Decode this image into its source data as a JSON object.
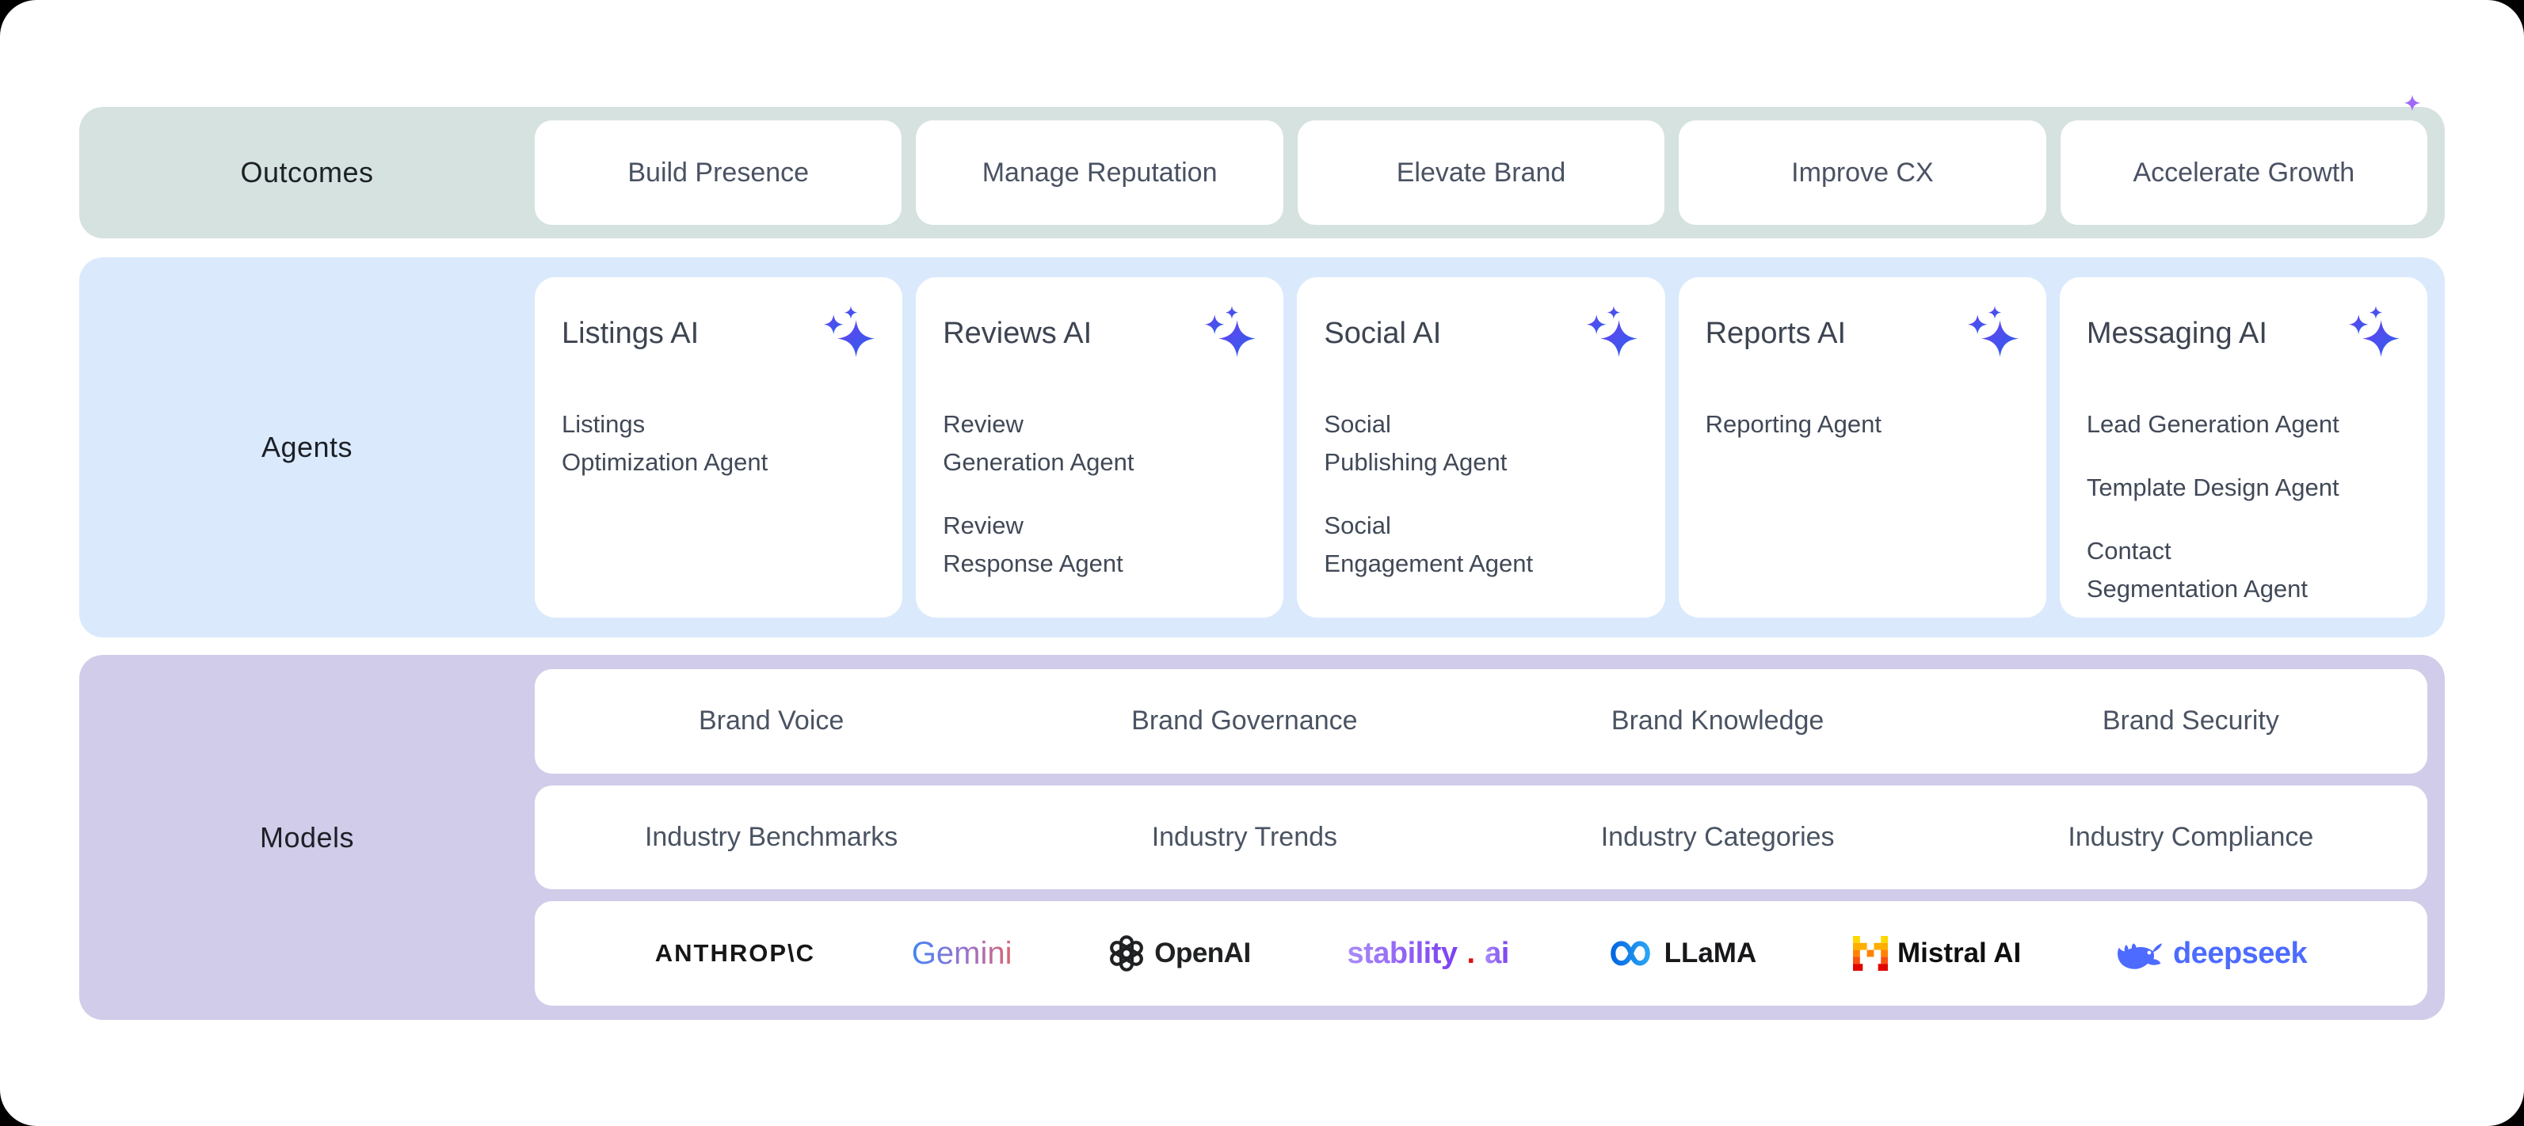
{
  "colors": {
    "outcomes_band": "#d5e2df",
    "agents_band": "#daeafc",
    "models_band": "#d1cce9",
    "card_bg": "#ffffff",
    "text_dark": "#3d4451",
    "sparkle_gradient_from": "#6d3ef0",
    "sparkle_gradient_to": "#2563eb",
    "deepseek_blue": "#4d6bfe",
    "stability_purple": "#7a3ff2",
    "stability_dot_red": "#dd1111"
  },
  "outcomes": {
    "label": "Outcomes",
    "items": [
      "Build Presence",
      "Manage Reputation",
      "Elevate Brand",
      "Improve CX",
      "Accelerate Growth"
    ]
  },
  "agents": {
    "label": "Agents",
    "cards": [
      {
        "title": "Listings AI",
        "icon": "sparkles-icon",
        "items": [
          "Listings\nOptimization Agent"
        ]
      },
      {
        "title": "Reviews AI",
        "icon": "sparkles-icon",
        "items": [
          "Review\nGeneration Agent",
          "Review\nResponse Agent"
        ]
      },
      {
        "title": "Social AI",
        "icon": "sparkles-icon",
        "items": [
          "Social\nPublishing Agent",
          "Social\nEngagement Agent"
        ]
      },
      {
        "title": "Reports AI",
        "icon": "sparkles-icon",
        "items": [
          "Reporting Agent"
        ]
      },
      {
        "title": "Messaging AI",
        "icon": "sparkles-icon",
        "items": [
          "Lead Generation Agent",
          "Template Design Agent",
          "Contact\nSegmentation Agent"
        ]
      }
    ]
  },
  "models": {
    "label": "Models",
    "brand_row": [
      "Brand Voice",
      "Brand Governance",
      "Brand Knowledge",
      "Brand Security"
    ],
    "industry_row": [
      "Industry Benchmarks",
      "Industry Trends",
      "Industry Categories",
      "Industry Compliance"
    ],
    "providers": {
      "anthropic": "ANTHROP\\C",
      "gemini": "Gemini",
      "openai": "OpenAI",
      "stability_name": "stability",
      "stability_dot": ".",
      "stability_tld": "ai",
      "llama": "LLaMA",
      "mistral": "Mistral AI",
      "deepseek": "deepseek"
    }
  }
}
